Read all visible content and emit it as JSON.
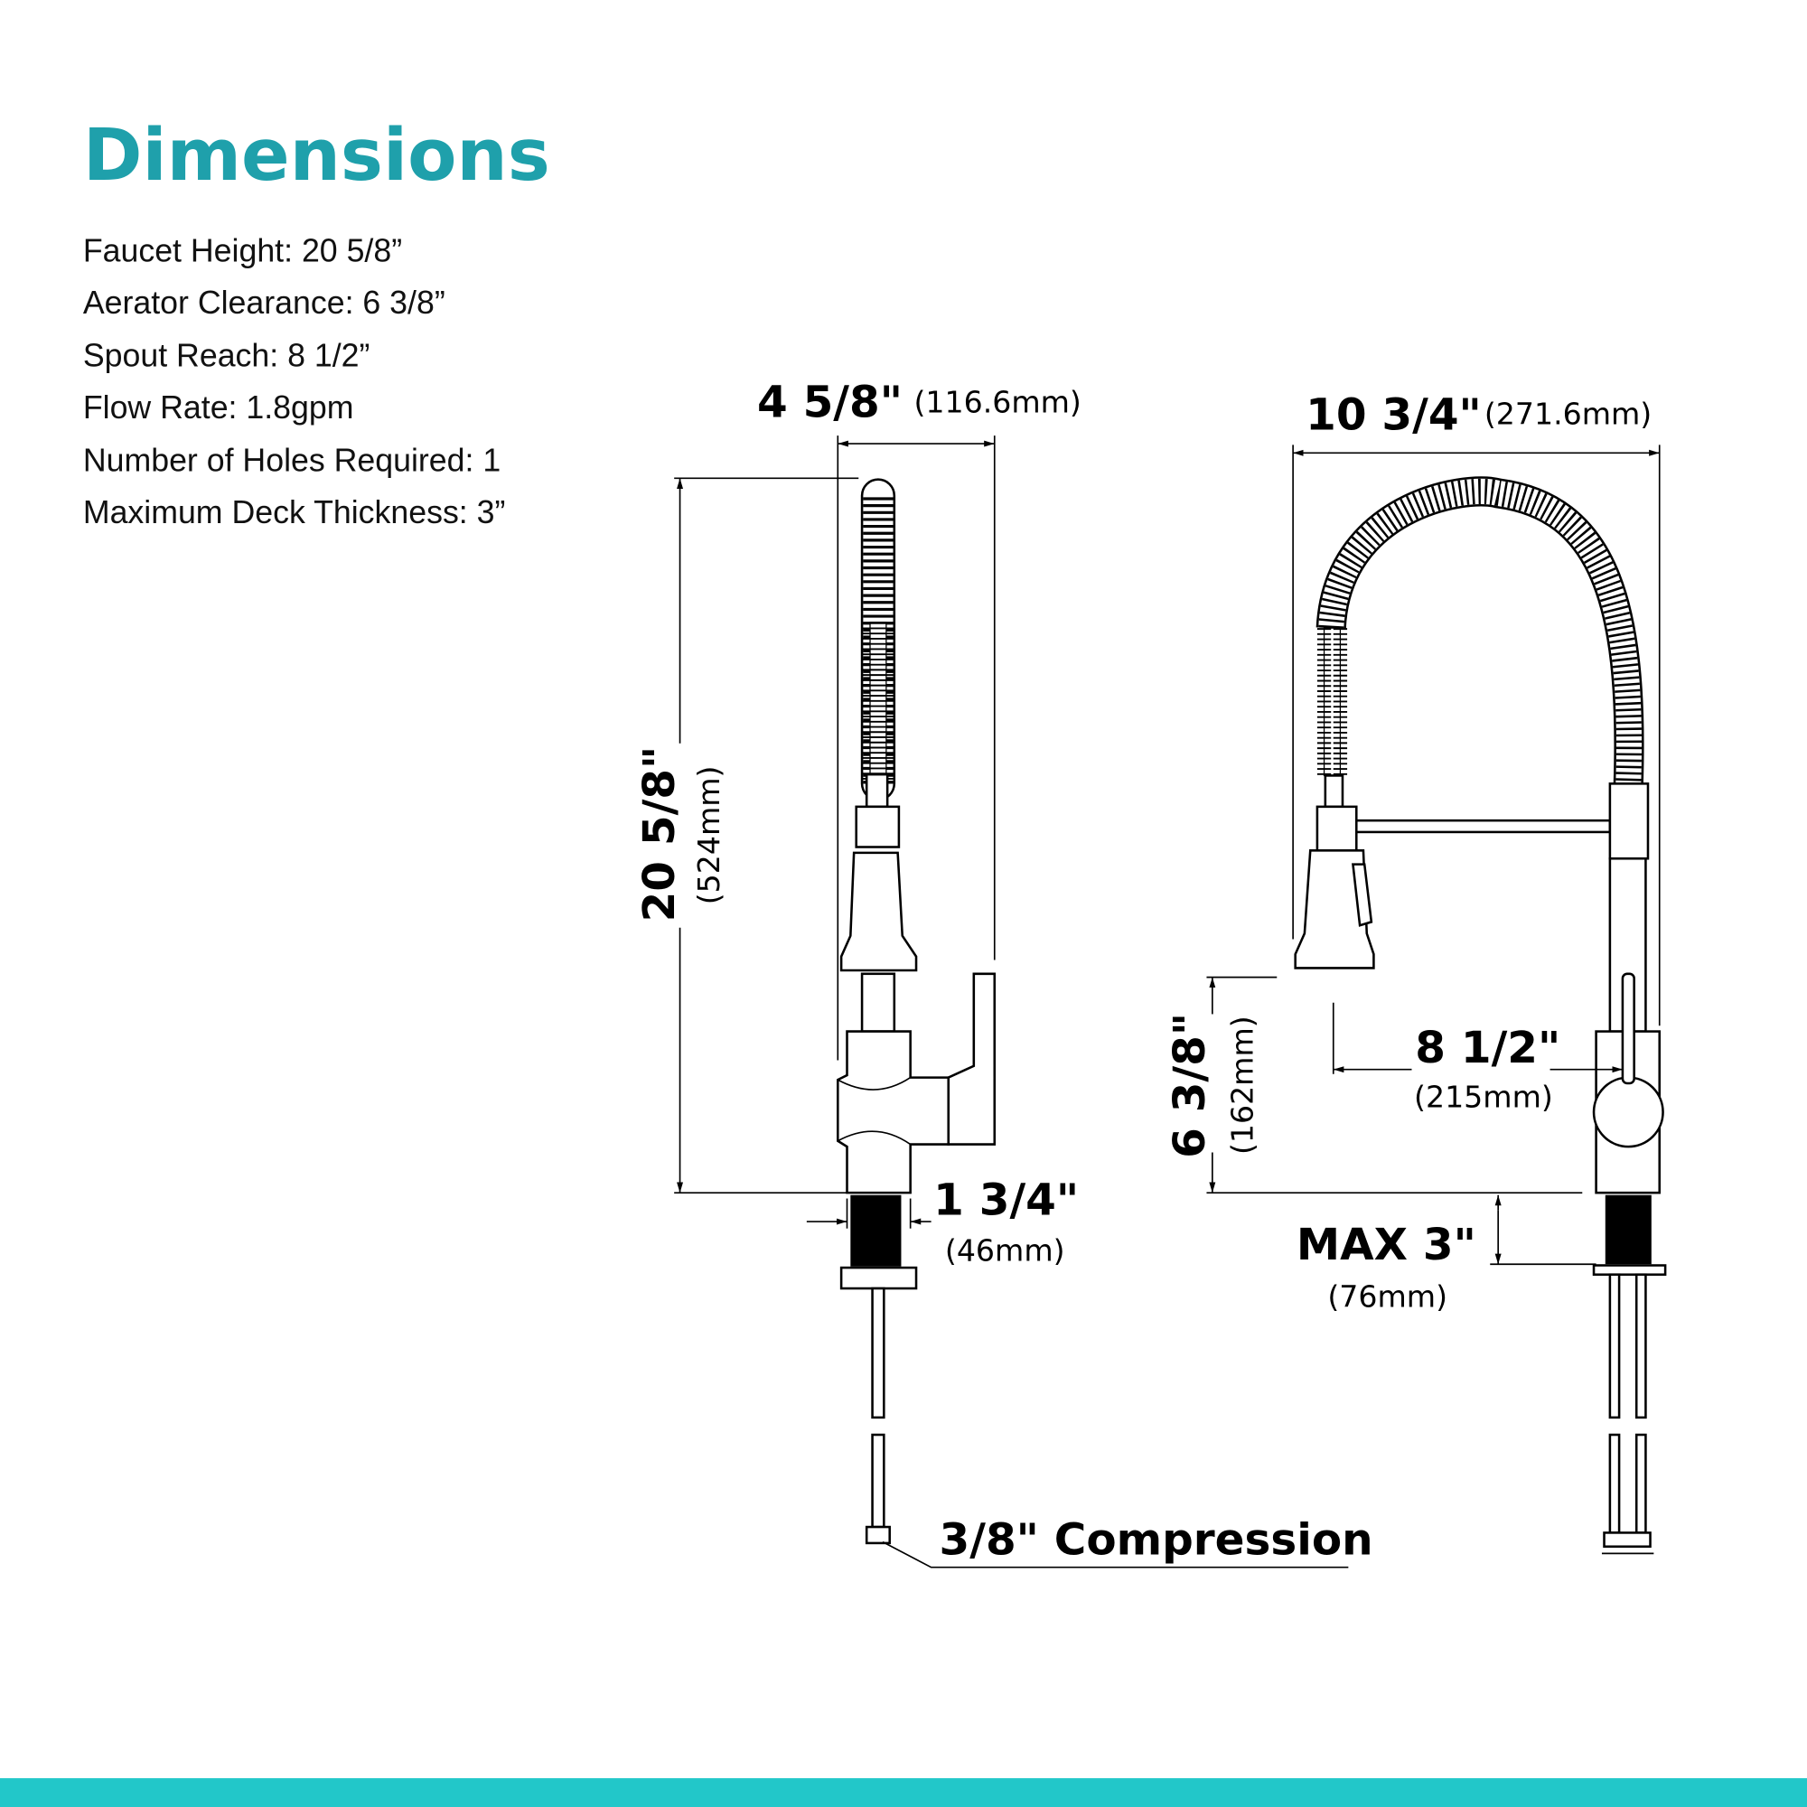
{
  "title": "Dimensions",
  "specs": [
    "Faucet Height: 20 5/8”",
    "Aerator Clearance: 6 3/8”",
    "Spout Reach: 8 1/2”",
    "Flow Rate: 1.8gpm",
    "Number of Holes Required: 1",
    "Maximum Deck Thickness: 3”"
  ],
  "side_view": {
    "width_label": "4 5/8\"",
    "width_mm": "(116.6mm)",
    "height_label": "20 5/8\"",
    "height_mm": "(524mm)",
    "base_label": "1 3/4\"",
    "base_mm": "(46mm)",
    "connection_label": "3/8\" Compression"
  },
  "front_view": {
    "width_label": "10 3/4\"",
    "width_mm": "(271.6mm)",
    "clearance_label": "6 3/8\"",
    "clearance_mm": "(162mm)",
    "reach_label": "8 1/2\"",
    "reach_mm": "(215mm)",
    "deck_label": "MAX 3\"",
    "deck_mm": "(76mm)"
  },
  "colors": {
    "title": "#1fa0ab",
    "footer_bar": "#22c7c9"
  }
}
